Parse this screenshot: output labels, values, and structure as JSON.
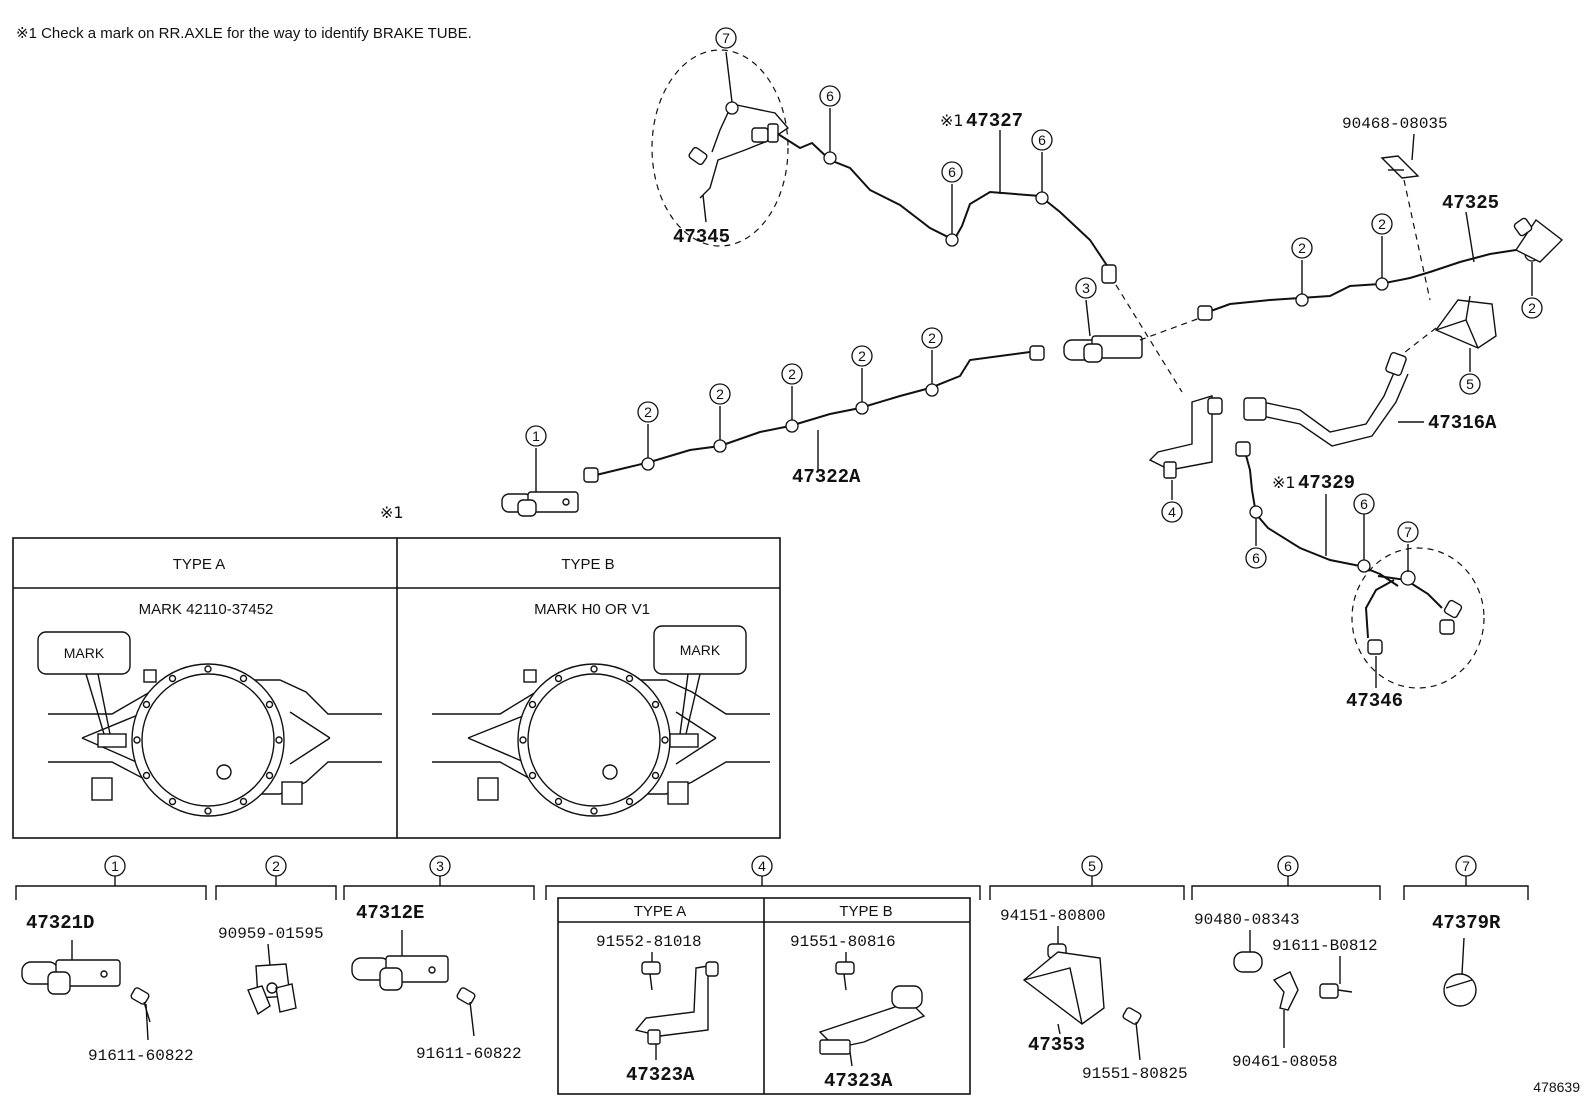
{
  "note": "※1 Check a mark on RR.AXLE for the way to identify BRAKE TUBE.",
  "note_ref": "※1",
  "diagram_id": "478639",
  "circle_labels": [
    "1",
    "2",
    "3",
    "4",
    "5",
    "6",
    "7"
  ],
  "parts": {
    "tube_front_left": "47327",
    "tube_front_left_prefix": "※1",
    "tube_right": "47329",
    "tube_right_prefix": "※1",
    "tube_main": "47322A",
    "tube_right_front": "47325",
    "hose": "47316A",
    "wheel_cyl_left": "47345",
    "wheel_cyl_right": "47346",
    "clip_top": "90468-08035"
  },
  "type_box": {
    "type_a": {
      "title": "TYPE A",
      "mark_text": "MARK 42110-37452",
      "callout": "MARK"
    },
    "type_b": {
      "title": "TYPE B",
      "mark_text": "MARK H0 OR V1",
      "callout": "MARK"
    }
  },
  "legend": [
    {
      "num": "1",
      "parts": [
        "47321D",
        "91611-60822"
      ]
    },
    {
      "num": "2",
      "parts": [
        "90959-01595"
      ]
    },
    {
      "num": "3",
      "parts": [
        "47312E",
        "91611-60822"
      ]
    },
    {
      "num": "4",
      "type_a": {
        "title": "TYPE A",
        "parts": [
          "91552-81018",
          "47323A"
        ]
      },
      "type_b": {
        "title": "TYPE B",
        "parts": [
          "91551-80816",
          "47323A"
        ]
      }
    },
    {
      "num": "5",
      "parts": [
        "94151-80800",
        "47353",
        "91551-80825"
      ]
    },
    {
      "num": "6",
      "parts": [
        "90480-08343",
        "91611-B0812",
        "90461-08058"
      ]
    },
    {
      "num": "7",
      "parts": [
        "47379R"
      ]
    }
  ]
}
